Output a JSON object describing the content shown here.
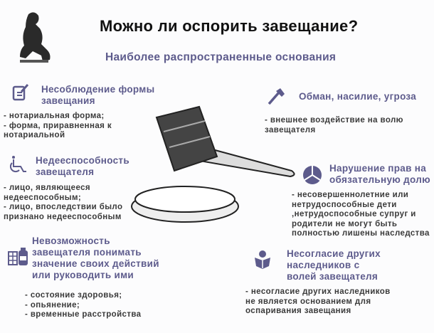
{
  "title": "Можно ли оспорить завещание?",
  "subtitle": "Наиболее распространенные основания",
  "colors": {
    "accent": "#5d5b8c",
    "text": "#3a3a3a"
  },
  "sections": [
    {
      "icon": "document-edit-icon",
      "heading": "Несоблюдение формы\nзавещания",
      "body": "- нотариальная форма;\n- форма, приравненная к\nнотариальной"
    },
    {
      "icon": "wheelchair-icon",
      "heading": "Недееспособность\nзавещателя",
      "body": "- лицо, являющееся\nнедееспособным;\n- лицо, впоследствии было\nпризнано недееспособным"
    },
    {
      "icon": "axe-icon",
      "heading": "Обман, насилие, угроза",
      "body": "- внешнее воздействие на волю\nзавещателя"
    },
    {
      "icon": "pie-chart-icon",
      "heading": "Нарушение прав на\nобязательную долю",
      "body": "- несовершеннолетние или\nнетрудоспособные дети\n,нетрудоспособные супруг и\nродители не могут быть\nполностью лишены наследства"
    },
    {
      "icon": "medicine-icon",
      "heading": "Невозможность\nзавещателя понимать\nзначение своих действий\nили руководить ими",
      "body": "- состояние здоровья;\n- опьянение;\n- временные расстройства"
    },
    {
      "icon": "person-reading-icon",
      "heading": "Несогласие других\nнаследников с\nволей завещателя",
      "body": "- несогласие других наследников\nне является основанием для\nоспаривания завещания"
    }
  ]
}
